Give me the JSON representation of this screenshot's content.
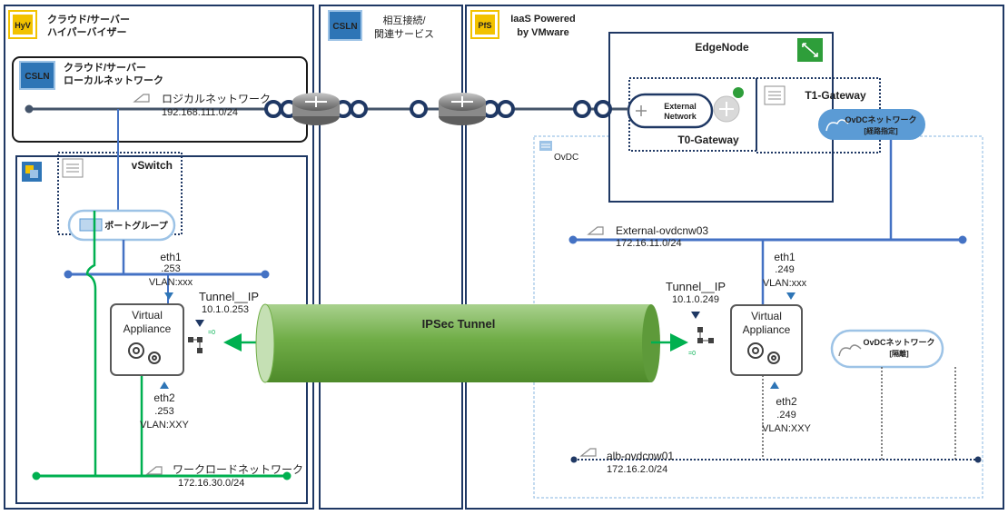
{
  "colors": {
    "frame": "#1F3864",
    "net_blue": "#4472C4",
    "net_green": "#00B050",
    "tunnel": "#70AD47",
    "light_box": "#9DC3E6",
    "pill_fill": "#5B9BD5",
    "router": "#8C8C8C",
    "icon_yellow": "#F2C200",
    "edge_green": "#2E9E3A"
  },
  "left": {
    "badge": "HyV",
    "title_1": "クラウド/サーバー",
    "title_2": "ハイパーバイザー",
    "csln_badge": "CSLN",
    "local_net_1": "クラウド/サーバー",
    "local_net_2": "ローカルネットワーク",
    "logical_net": "ロジカルネットワーク",
    "logical_net_cidr": "192.168.111.0/24",
    "vswitch": "vSwitch",
    "port_group": "ポートグループ",
    "eth1": "eth1",
    "eth1_ip": ".253",
    "eth1_vlan": "VLAN:xxx",
    "tunnel_ip_label": "Tunnel__IP",
    "tunnel_ip": "10.1.0.253",
    "va_1": "Virtual",
    "va_2": "Appliance",
    "eth2": "eth2",
    "eth2_ip": ".253",
    "eth2_vlan": "VLAN:XXY",
    "workload_net": "ワークロードネットワーク",
    "workload_cidr": "172.16.30.0/24"
  },
  "middle": {
    "badge": "CSLN",
    "title_1": "相互接続/",
    "title_2": "関連サービス",
    "tunnel_label": "IPSec Tunnel"
  },
  "right": {
    "badge": "PfS",
    "title_1": "IaaS Powered",
    "title_2": "by VMware",
    "edge_node": "EdgeNode",
    "external_network_1": "External",
    "external_network_2": "Network",
    "t0_gateway": "T0-Gateway",
    "t1_gateway": "T1-Gateway",
    "ovdc_net_routed_1": "OvDCネットワーク",
    "ovdc_net_routed_2": "[経路指定]",
    "ovdc": "OvDC",
    "external_net": "External-ovdcnw03",
    "external_cidr": "172.16.11.0/24",
    "eth1": "eth1",
    "eth1_ip": ".249",
    "eth1_vlan": "VLAN:xxx",
    "tunnel_ip_label": "Tunnel__IP",
    "tunnel_ip": "10.1.0.249",
    "va_1": "Virtual",
    "va_2": "Appliance",
    "ovdc_net_isolated_1": "OvDCネットワーク",
    "ovdc_net_isolated_2": "[隔離]",
    "eth2": "eth2",
    "eth2_ip": ".249",
    "eth2_vlan": "VLAN:XXY",
    "alb_net": "alb-ovdcnw01",
    "alb_cidr": "172.16.2.0/24"
  }
}
